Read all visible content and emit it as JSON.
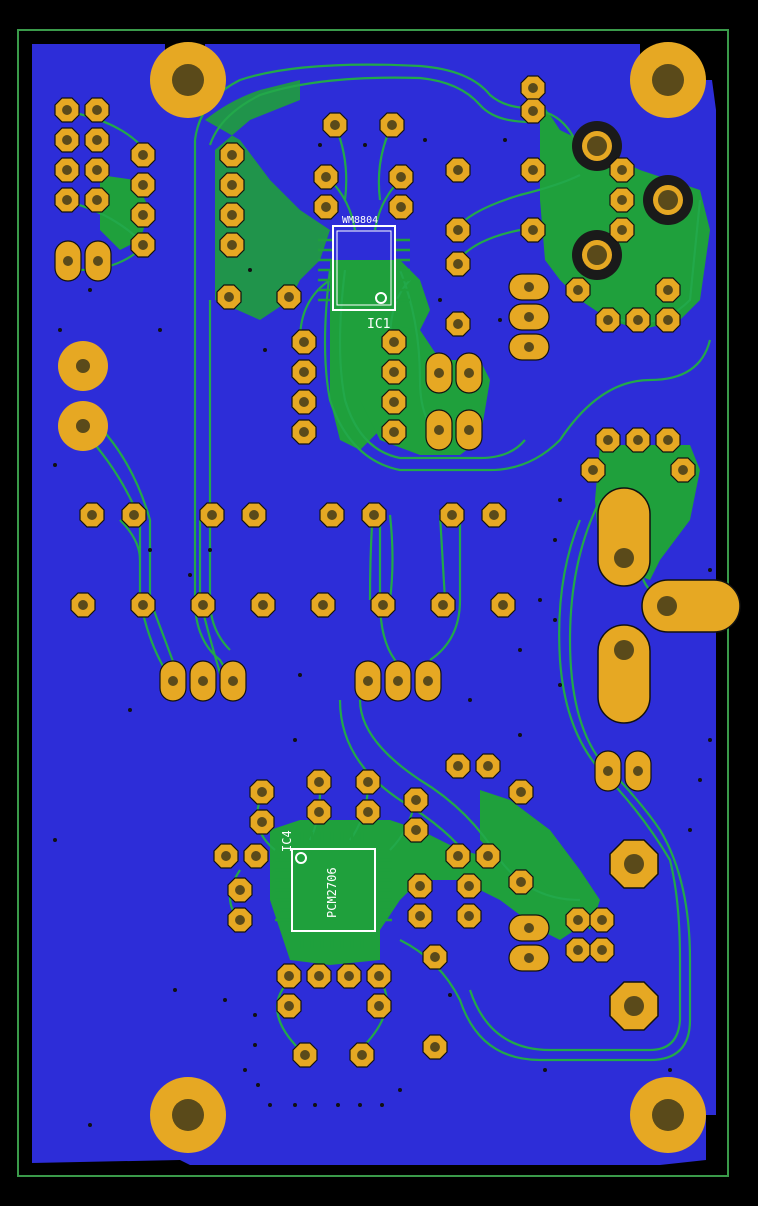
{
  "colors": {
    "background": "#000000",
    "board_outline": "#3a9a4a",
    "copper_fill": "#2d2dd8",
    "trace_green": "#1fa03c",
    "trace_outline": "#22a84a",
    "pad_gold": "#e6a823",
    "pad_dark": "#1a1a1a",
    "silkscreen": "#ffffff"
  },
  "components": {
    "ic1": {
      "ref": "IC1",
      "part": "WM8804"
    },
    "ic4": {
      "ref": "IC4",
      "part": "PCM2706"
    }
  }
}
